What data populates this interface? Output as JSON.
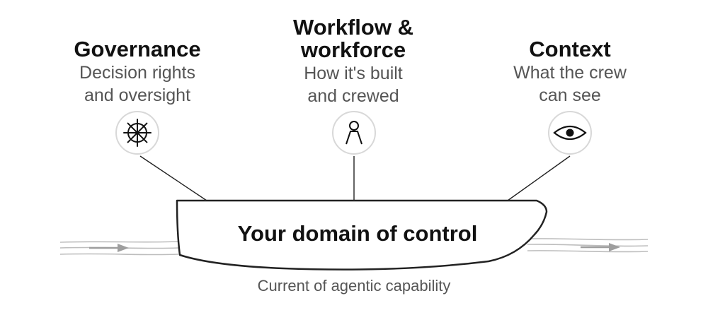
{
  "pillars": [
    {
      "id": "governance",
      "title": "Governance",
      "subtitle_1": "Decision rights",
      "subtitle_2": "and oversight",
      "icon": "ship-wheel-icon"
    },
    {
      "id": "workflow",
      "title_1": "Workflow &",
      "title_2": "workforce",
      "subtitle_1": "How it's built",
      "subtitle_2": "and crewed",
      "icon": "person-icon"
    },
    {
      "id": "context",
      "title": "Context",
      "subtitle_1": "What the crew",
      "subtitle_2": "can see",
      "icon": "eye-icon"
    }
  ],
  "hull": {
    "label": "Your domain of control"
  },
  "current": {
    "label": "Current of agentic capability"
  },
  "colors": {
    "text": "#111111",
    "subtext": "#555555",
    "line": "#222222",
    "stream": "#bdbdbd",
    "arrow": "#9e9e9e",
    "circle_border": "#d8d8d8"
  }
}
